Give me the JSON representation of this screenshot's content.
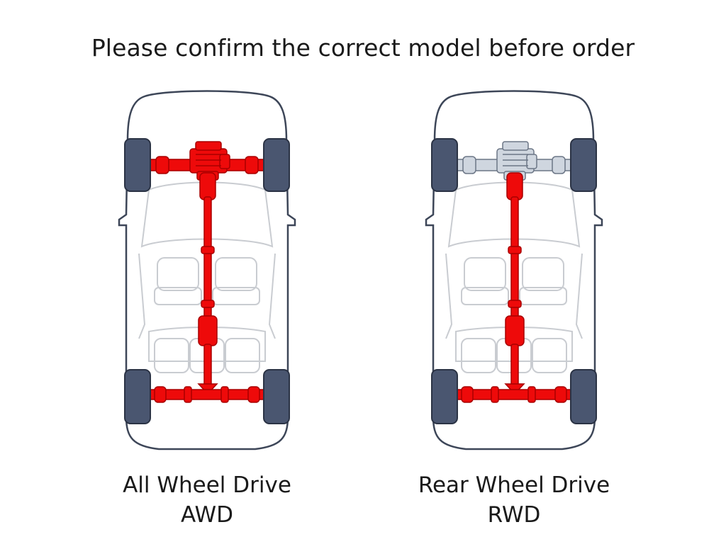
{
  "title": "Please confirm the correct model before order",
  "options": [
    {
      "id": "awd",
      "name": "All Wheel Drive",
      "code": "AWD",
      "highlight": [
        "front-axle",
        "engine",
        "driveshaft",
        "rear-axle"
      ]
    },
    {
      "id": "rwd",
      "name": "Rear Wheel Drive",
      "code": "RWD",
      "highlight": [
        "driveshaft",
        "rear-axle"
      ]
    }
  ],
  "colors": {
    "drive": "#ee0a0a",
    "drive_dark": "#a80000",
    "inactive": "#cfd6df",
    "inactive_dark": "#6c7686",
    "tire": "#4a5670",
    "tire_edge": "#2b3345",
    "body_outline": "#3d4658",
    "interior": "#c9ccd1"
  }
}
